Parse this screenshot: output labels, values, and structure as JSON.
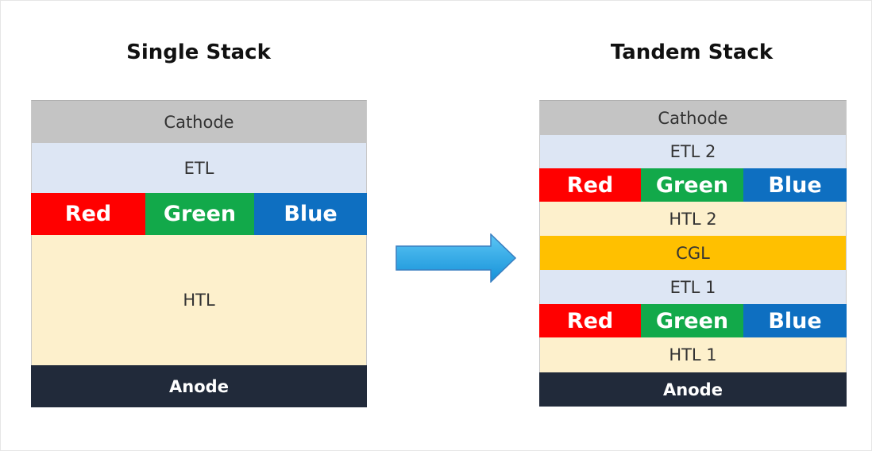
{
  "titles": {
    "single": "Single Stack",
    "tandem": "Tandem Stack"
  },
  "single_stack": {
    "cathode": "Cathode",
    "etl": "ETL",
    "emitters": [
      "Red",
      "Green",
      "Blue"
    ],
    "htl": "HTL",
    "anode": "Anode"
  },
  "tandem_stack": {
    "cathode": "Cathode",
    "etl2": "ETL 2",
    "emitters_top": [
      "Red",
      "Green",
      "Blue"
    ],
    "htl2": "HTL 2",
    "cgl": "CGL",
    "etl1": "ETL 1",
    "emitters_bottom": [
      "Red",
      "Green",
      "Blue"
    ],
    "htl1": "HTL 1",
    "anode": "Anode"
  },
  "colors": {
    "red": "#ff0000",
    "green": "#12a94a",
    "blue": "#0e6fc1",
    "cgl": "#ffc000",
    "etl": "#dde6f4",
    "htl": "#fdf0cc",
    "cathode": "#c4c4c4",
    "anode": "#212a3a",
    "arrow": "#1aa3e8"
  }
}
